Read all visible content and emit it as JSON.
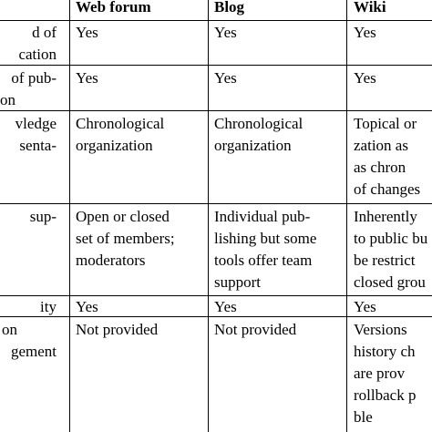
{
  "table": {
    "header": {
      "web_forum": "Web forum",
      "blog": "Blog",
      "wiki": "Wiki"
    },
    "rows": [
      {
        "feature": [
          "d of",
          "cation"
        ],
        "web_forum": [
          "Yes"
        ],
        "blog": [
          "Yes"
        ],
        "wiki": [
          "Yes"
        ]
      },
      {
        "feature": [
          "of pub-",
          "on"
        ],
        "web_forum": [
          "Yes"
        ],
        "blog": [
          "Yes"
        ],
        "wiki": [
          "Yes"
        ]
      },
      {
        "feature": [
          "vledge",
          "senta-"
        ],
        "web_forum": [
          "Chronological",
          "organization"
        ],
        "blog": [
          "Chronological",
          "organization"
        ],
        "wiki": [
          "Topical or",
          "zation as",
          "as chron",
          "of changes"
        ]
      },
      {
        "feature": [
          "sup-"
        ],
        "web_forum": [
          "Open or closed",
          "set of members;",
          "moderators"
        ],
        "blog": [
          "Individual pub-",
          "lishing but some",
          "tools offer team",
          "support"
        ],
        "wiki": [
          "Inherently",
          "to public bu",
          "be restrict",
          "closed grou"
        ]
      },
      {
        "feature": [
          "ity"
        ],
        "web_forum": [
          "Yes"
        ],
        "blog": [
          "Yes"
        ],
        "wiki": [
          "Yes"
        ]
      },
      {
        "feature": [
          "on",
          "gement"
        ],
        "web_forum": [
          "Not provided"
        ],
        "blog": [
          "Not provided"
        ],
        "wiki": [
          "Versions",
          "history ch",
          "are prov",
          "rollback p",
          "ble"
        ]
      }
    ]
  }
}
